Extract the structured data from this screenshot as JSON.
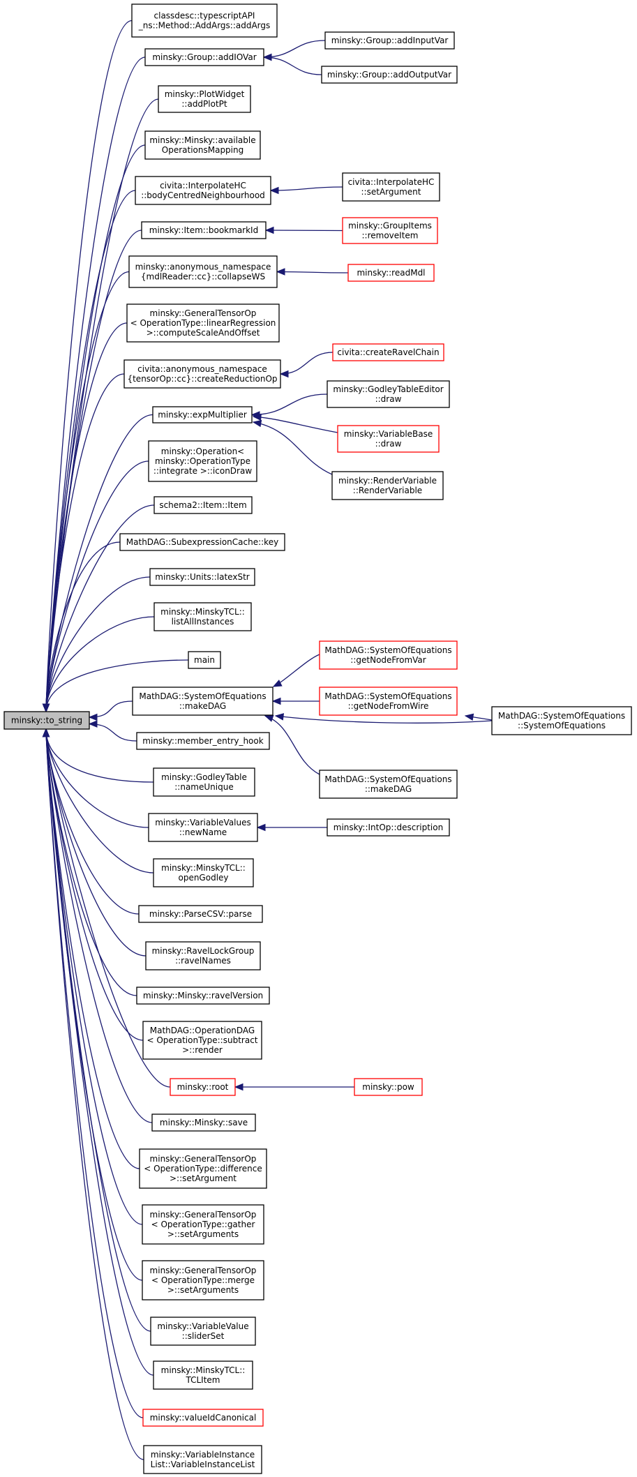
{
  "graph": {
    "root": "n_root",
    "nodes": [
      {
        "id": "n_root",
        "lines": [
          "minsky::to_string"
        ],
        "style": "root"
      },
      {
        "id": "n1",
        "lines": [
          "classdesc::typescriptAPI",
          "_ns::Method::AddArgs::addArgs"
        ],
        "style": "normal"
      },
      {
        "id": "n2",
        "lines": [
          "minsky::Group::addIOVar"
        ],
        "style": "normal"
      },
      {
        "id": "n2a",
        "lines": [
          "minsky::Group::addInputVar"
        ],
        "style": "normal"
      },
      {
        "id": "n2b",
        "lines": [
          "minsky::Group::addOutputVar"
        ],
        "style": "normal"
      },
      {
        "id": "n3",
        "lines": [
          "minsky::PlotWidget",
          "::addPlotPt"
        ],
        "style": "normal"
      },
      {
        "id": "n4",
        "lines": [
          "minsky::Minsky::available",
          "OperationsMapping"
        ],
        "style": "normal"
      },
      {
        "id": "n5",
        "lines": [
          "civita::InterpolateHC",
          "::bodyCentredNeighbourhood"
        ],
        "style": "normal"
      },
      {
        "id": "n5a",
        "lines": [
          "civita::InterpolateHC",
          "::setArgument"
        ],
        "style": "normal"
      },
      {
        "id": "n6",
        "lines": [
          "minsky::Item::bookmarkId"
        ],
        "style": "normal"
      },
      {
        "id": "n6a",
        "lines": [
          "minsky::GroupItems",
          "::removeItem"
        ],
        "style": "red"
      },
      {
        "id": "n7",
        "lines": [
          "minsky::anonymous_namespace",
          "{mdlReader::cc}::collapseWS"
        ],
        "style": "normal"
      },
      {
        "id": "n7a",
        "lines": [
          "minsky::readMdl"
        ],
        "style": "red"
      },
      {
        "id": "n8",
        "lines": [
          "minsky::GeneralTensorOp",
          "< OperationType::linearRegression",
          ">::computeScaleAndOffset"
        ],
        "style": "normal"
      },
      {
        "id": "n9",
        "lines": [
          "civita::anonymous_namespace",
          "{tensorOp::cc}::createReductionOp"
        ],
        "style": "normal"
      },
      {
        "id": "n9a",
        "lines": [
          "civita::createRavelChain"
        ],
        "style": "red"
      },
      {
        "id": "n10",
        "lines": [
          "minsky::expMultiplier"
        ],
        "style": "normal"
      },
      {
        "id": "n10a",
        "lines": [
          "minsky::GodleyTableEditor",
          "::draw"
        ],
        "style": "normal"
      },
      {
        "id": "n10b",
        "lines": [
          "minsky::VariableBase",
          "::draw"
        ],
        "style": "red"
      },
      {
        "id": "n10c",
        "lines": [
          "minsky::RenderVariable",
          "::RenderVariable"
        ],
        "style": "normal"
      },
      {
        "id": "n11",
        "lines": [
          "minsky::Operation<",
          "minsky::OperationType",
          "::integrate >::iconDraw"
        ],
        "style": "normal"
      },
      {
        "id": "n12",
        "lines": [
          "schema2::Item::Item"
        ],
        "style": "normal"
      },
      {
        "id": "n13",
        "lines": [
          "MathDAG::SubexpressionCache::key"
        ],
        "style": "normal"
      },
      {
        "id": "n14",
        "lines": [
          "minsky::Units::latexStr"
        ],
        "style": "normal"
      },
      {
        "id": "n15",
        "lines": [
          "minsky::MinskyTCL::",
          "listAllInstances"
        ],
        "style": "normal"
      },
      {
        "id": "n16",
        "lines": [
          "main"
        ],
        "style": "normal"
      },
      {
        "id": "n17",
        "lines": [
          "MathDAG::SystemOfEquations",
          "::makeDAG"
        ],
        "style": "normal"
      },
      {
        "id": "n17a",
        "lines": [
          "MathDAG::SystemOfEquations",
          "::getNodeFromVar"
        ],
        "style": "red"
      },
      {
        "id": "n17b",
        "lines": [
          "MathDAG::SystemOfEquations",
          "::getNodeFromWire"
        ],
        "style": "red"
      },
      {
        "id": "n17c",
        "lines": [
          "MathDAG::SystemOfEquations",
          "::SystemOfEquations"
        ],
        "style": "normal"
      },
      {
        "id": "n17d",
        "lines": [
          "MathDAG::SystemOfEquations",
          "::makeDAG"
        ],
        "style": "normal"
      },
      {
        "id": "n18",
        "lines": [
          "minsky::member_entry_hook"
        ],
        "style": "normal"
      },
      {
        "id": "n19",
        "lines": [
          "minsky::GodleyTable",
          "::nameUnique"
        ],
        "style": "normal"
      },
      {
        "id": "n20",
        "lines": [
          "minsky::VariableValues",
          "::newName"
        ],
        "style": "normal"
      },
      {
        "id": "n20a",
        "lines": [
          "minsky::IntOp::description"
        ],
        "style": "normal"
      },
      {
        "id": "n21",
        "lines": [
          "minsky::MinskyTCL::",
          "openGodley"
        ],
        "style": "normal"
      },
      {
        "id": "n22",
        "lines": [
          "minsky::ParseCSV::parse"
        ],
        "style": "normal"
      },
      {
        "id": "n23",
        "lines": [
          "minsky::RavelLockGroup",
          "::ravelNames"
        ],
        "style": "normal"
      },
      {
        "id": "n24",
        "lines": [
          "minsky::Minsky::ravelVersion"
        ],
        "style": "normal"
      },
      {
        "id": "n25",
        "lines": [
          "MathDAG::OperationDAG",
          "< OperationType::subtract",
          ">::render"
        ],
        "style": "normal"
      },
      {
        "id": "n26",
        "lines": [
          "minsky::root"
        ],
        "style": "red"
      },
      {
        "id": "n26a",
        "lines": [
          "minsky::pow"
        ],
        "style": "red"
      },
      {
        "id": "n27",
        "lines": [
          "minsky::Minsky::save"
        ],
        "style": "normal"
      },
      {
        "id": "n28",
        "lines": [
          "minsky::GeneralTensorOp",
          "< OperationType::difference",
          ">::setArgument"
        ],
        "style": "normal"
      },
      {
        "id": "n29",
        "lines": [
          "minsky::GeneralTensorOp",
          "< OperationType::gather",
          ">::setArguments"
        ],
        "style": "normal"
      },
      {
        "id": "n30",
        "lines": [
          "minsky::GeneralTensorOp",
          "< OperationType::merge",
          ">::setArguments"
        ],
        "style": "normal"
      },
      {
        "id": "n31",
        "lines": [
          "minsky::VariableValue",
          "::sliderSet"
        ],
        "style": "normal"
      },
      {
        "id": "n32",
        "lines": [
          "minsky::MinskyTCL::",
          "TCLItem"
        ],
        "style": "normal"
      },
      {
        "id": "n33",
        "lines": [
          "minsky::valueIdCanonical"
        ],
        "style": "red"
      },
      {
        "id": "n34",
        "lines": [
          "minsky::VariableInstance",
          "List::VariableInstanceList"
        ],
        "style": "normal"
      }
    ],
    "edges": [
      [
        "n1",
        "n_root"
      ],
      [
        "n2",
        "n_root"
      ],
      [
        "n3",
        "n_root"
      ],
      [
        "n4",
        "n_root"
      ],
      [
        "n5",
        "n_root"
      ],
      [
        "n6",
        "n_root"
      ],
      [
        "n7",
        "n_root"
      ],
      [
        "n8",
        "n_root"
      ],
      [
        "n9",
        "n_root"
      ],
      [
        "n10",
        "n_root"
      ],
      [
        "n11",
        "n_root"
      ],
      [
        "n12",
        "n_root"
      ],
      [
        "n13",
        "n_root"
      ],
      [
        "n14",
        "n_root"
      ],
      [
        "n15",
        "n_root"
      ],
      [
        "n16",
        "n_root"
      ],
      [
        "n17",
        "n_root"
      ],
      [
        "n18",
        "n_root"
      ],
      [
        "n19",
        "n_root"
      ],
      [
        "n20",
        "n_root"
      ],
      [
        "n21",
        "n_root"
      ],
      [
        "n22",
        "n_root"
      ],
      [
        "n23",
        "n_root"
      ],
      [
        "n24",
        "n_root"
      ],
      [
        "n25",
        "n_root"
      ],
      [
        "n26",
        "n_root"
      ],
      [
        "n27",
        "n_root"
      ],
      [
        "n28",
        "n_root"
      ],
      [
        "n29",
        "n_root"
      ],
      [
        "n30",
        "n_root"
      ],
      [
        "n31",
        "n_root"
      ],
      [
        "n32",
        "n_root"
      ],
      [
        "n33",
        "n_root"
      ],
      [
        "n34",
        "n_root"
      ],
      [
        "n2a",
        "n2"
      ],
      [
        "n2b",
        "n2"
      ],
      [
        "n5a",
        "n5"
      ],
      [
        "n6a",
        "n6"
      ],
      [
        "n7a",
        "n7"
      ],
      [
        "n9a",
        "n9"
      ],
      [
        "n10a",
        "n10"
      ],
      [
        "n10b",
        "n10"
      ],
      [
        "n10c",
        "n10"
      ],
      [
        "n17a",
        "n17"
      ],
      [
        "n17b",
        "n17"
      ],
      [
        "n17c",
        "n17"
      ],
      [
        "n17d",
        "n17"
      ],
      [
        "n17c",
        "n17b"
      ],
      [
        "n20a",
        "n20"
      ],
      [
        "n26a",
        "n26"
      ]
    ]
  }
}
